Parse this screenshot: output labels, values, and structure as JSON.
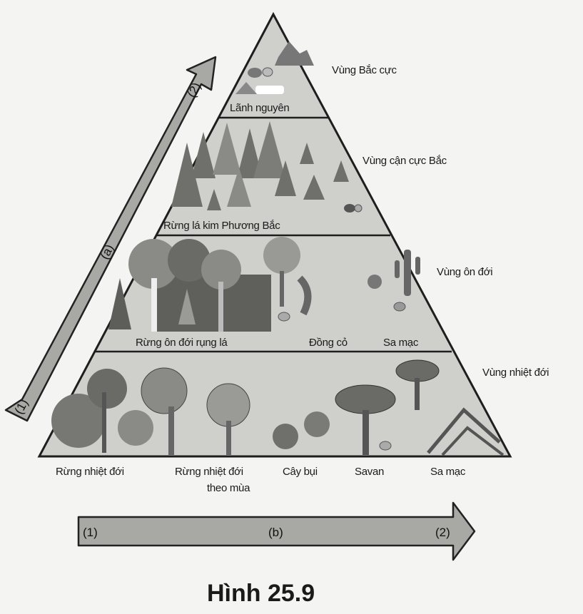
{
  "zones": {
    "arctic": "Vùng Bắc cực",
    "subarctic": "Vùng cận cực Bắc",
    "temperate": "Vùng ôn đới",
    "tropical": "Vùng nhiệt đới"
  },
  "biomes": {
    "tundra": "Lãnh nguyên",
    "boreal": "Rừng lá kim Phương Bắc",
    "temperate_forest": "Rừng ôn đới rụng lá",
    "grassland": "Đồng cỏ",
    "temperate_desert": "Sa mạc",
    "tropical_forest": "Rừng nhiệt đới",
    "seasonal_forest_line1": "Rừng nhiệt đới",
    "seasonal_forest_line2": "theo mùa",
    "shrubland": "Cây bụi",
    "savanna": "Savan",
    "tropical_desert": "Sa mạc"
  },
  "arrow_a": {
    "start": "(1)",
    "label": "(a)",
    "end": "(2)"
  },
  "arrow_b": {
    "start": "(1)",
    "label": "(b)",
    "end": "(2)"
  },
  "caption": "Hình 25.9",
  "colors": {
    "band": "#c9c9c6",
    "tree_dark": "#6f6f6c",
    "tree_mid": "#8e8e8b",
    "arrow": "#a9a9a6"
  }
}
